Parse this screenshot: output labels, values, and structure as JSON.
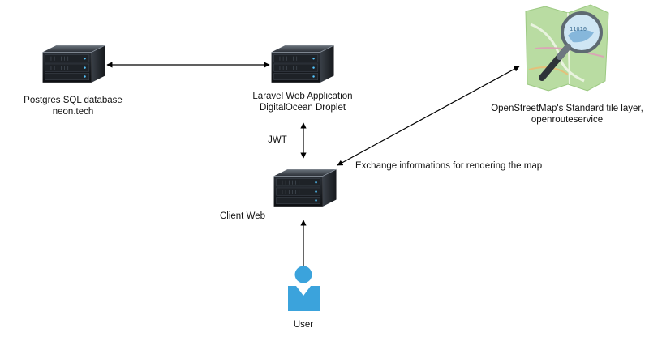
{
  "nodes": {
    "database": {
      "line1": "Postgres SQL database",
      "line2": "neon.tech",
      "icon": "server-icon"
    },
    "webapp": {
      "line1": "Laravel Web Application",
      "line2": "DigitalOcean Droplet",
      "icon": "server-icon"
    },
    "client": {
      "label": "Client Web",
      "icon": "server-icon"
    },
    "osm": {
      "line1": "OpenStreetMap's Standard tile layer,",
      "line2": "openrouteservice",
      "icon": "openstreetmap-logo-icon"
    },
    "user": {
      "label": "User",
      "icon": "user-icon"
    }
  },
  "edges": {
    "jwt": "JWT",
    "map_exchange": "Exchange informations for rendering the map"
  },
  "colors": {
    "server_body": "#1a1d22",
    "user_fill": "#3ba3dc",
    "map_green": "#b9dca2",
    "map_lens": "#cfe6f4",
    "line": "#000000"
  }
}
